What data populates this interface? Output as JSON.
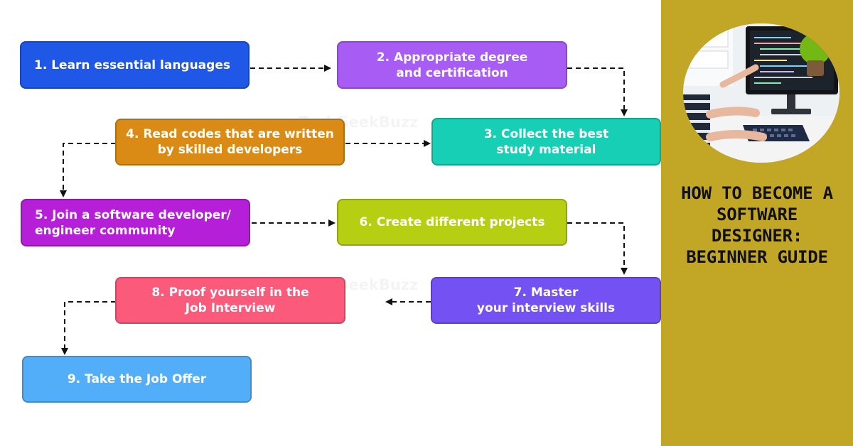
{
  "watermark_text": "TechGeekBuzz",
  "steps": [
    {
      "label": "1. Learn essential languages",
      "color": "#1f57e6"
    },
    {
      "label": "2. Appropriate degree\nand certification",
      "color": "#a75cf4"
    },
    {
      "label": "3. Collect the best\nstudy material",
      "color": "#16cfb4"
    },
    {
      "label": "4. Read codes that are written\nby skilled developers",
      "color": "#d98b16"
    },
    {
      "label": "5. Join a software developer/\nengineer community",
      "color": "#b61fd8"
    },
    {
      "label": "6. Create different projects",
      "color": "#b7cf12"
    },
    {
      "label": "7. Master\nyour interview skills",
      "color": "#7451f2"
    },
    {
      "label": "8. Proof yourself in the\nJob Interview",
      "color": "#fb5a7a"
    },
    {
      "label": "9. Take the Job Offer",
      "color": "#52aef9"
    }
  ],
  "side_panel": {
    "background": "#c2a727",
    "title": "HOW TO BECOME A\nSOFTWARE\nDESIGNER:\nBEGINNER GUIDE"
  }
}
